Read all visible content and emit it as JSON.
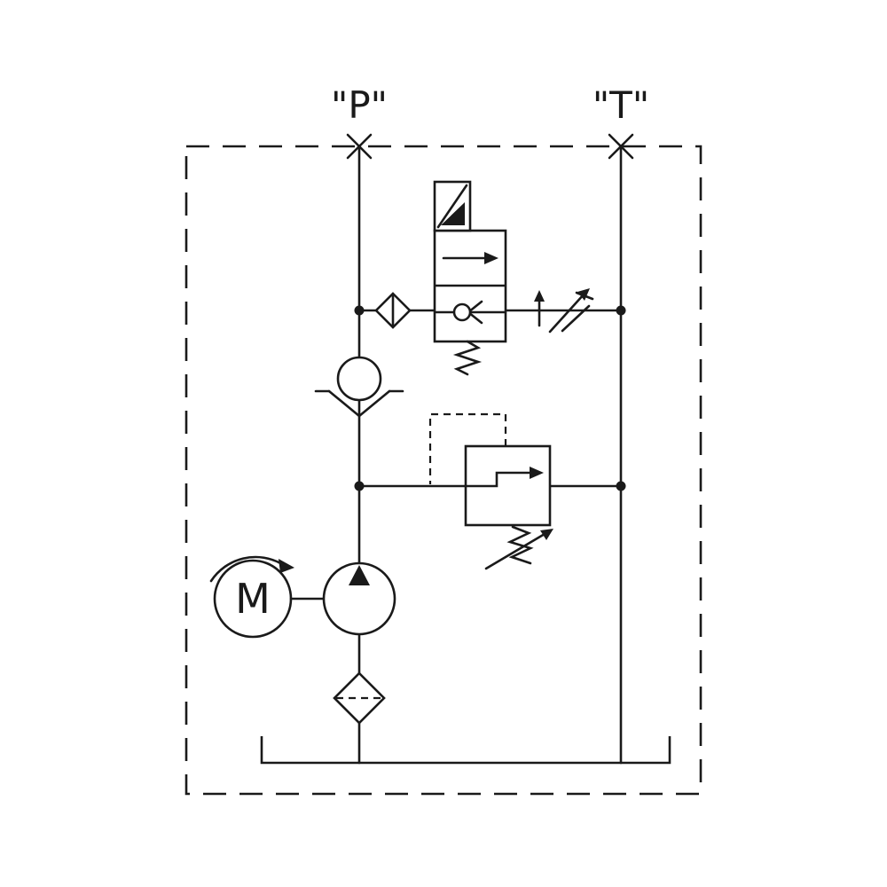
{
  "diagram": {
    "type": "hydraulic-power-unit-schematic",
    "colors": {
      "line": "#1a1a1a",
      "background": "#ffffff"
    },
    "ports": {
      "pressure_label": "\"P\"",
      "tank_label": "\"T\""
    },
    "motor_label": "M",
    "components": [
      "enclosure-boundary",
      "pressure-port-P",
      "tank-port-T",
      "solenoid-operated-valve",
      "inline-check-valve",
      "throttle-flow-control-valve",
      "check-valve",
      "pilot-operated-relief-valve",
      "electric-motor",
      "hydraulic-pump",
      "suction-strainer",
      "reservoir-tank"
    ]
  }
}
